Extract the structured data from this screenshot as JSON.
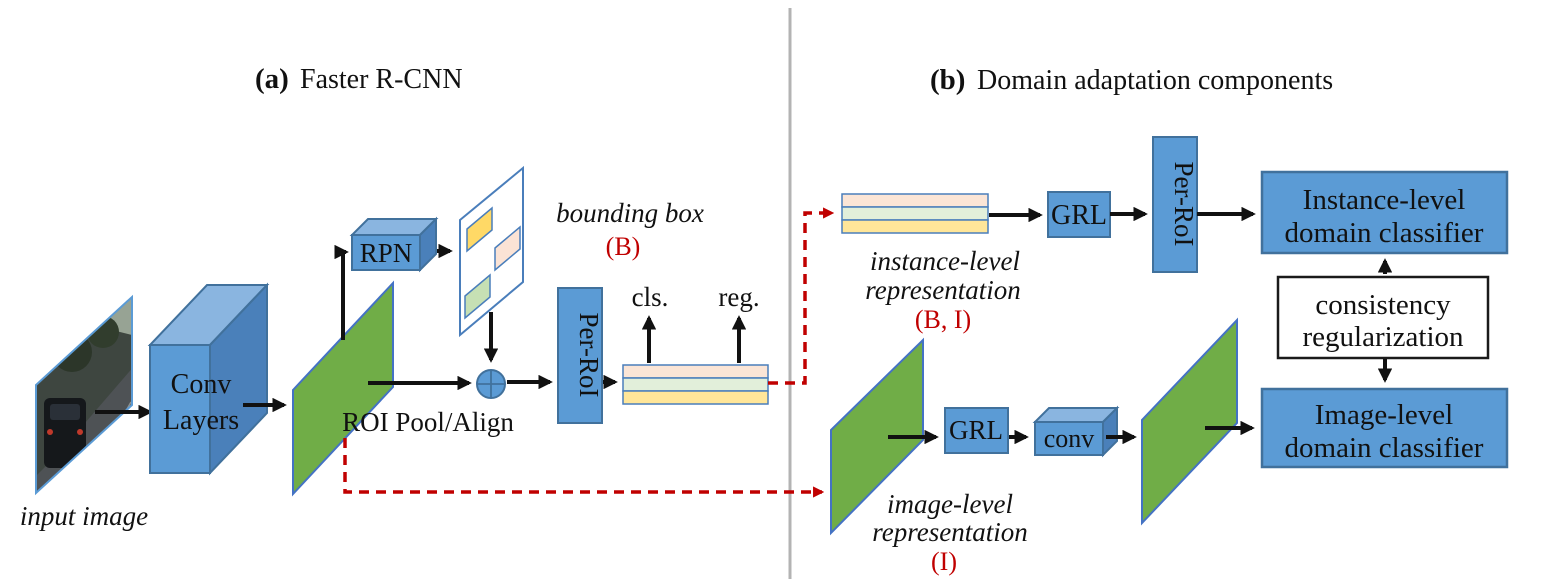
{
  "titles": {
    "panel_a_prefix": "(a)",
    "panel_a": "Faster R-CNN",
    "panel_b_prefix": "(b)",
    "panel_b": "Domain adaptation components"
  },
  "faster_rcnn": {
    "input_image_label": "input image",
    "conv_line1": "Conv",
    "conv_line2": "Layers",
    "rpn_label": "RPN",
    "bounding_box_label": "bounding box",
    "bounding_box_tag": "(B)",
    "roi_pool_label": "ROI Pool/Align",
    "per_roi_label": "Per-RoI",
    "cls_label": "cls.",
    "reg_label": "reg."
  },
  "domain_adaptation": {
    "instance_rep_line1": "instance-level",
    "instance_rep_line2": "representation",
    "instance_rep_tag": "(B, I)",
    "grl_top_label": "GRL",
    "per_roi_label": "Per-RoI",
    "instance_classifier_line1": "Instance-level",
    "instance_classifier_line2": "domain classifier",
    "consistency_line1": "consistency",
    "consistency_line2": "regularization",
    "image_classifier_line1": "Image-level",
    "image_classifier_line2": "domain classifier",
    "image_rep_line1": "image-level",
    "image_rep_line2": "representation",
    "image_rep_tag": "(I)",
    "grl_bottom_label": "GRL",
    "conv_label": "conv"
  },
  "colors": {
    "box_blue": "#5b9bd5",
    "box_blue_border": "#41719c",
    "cuboid_top_blue": "#8ab5e0",
    "cuboid_side_blue": "#4a80ba",
    "feature_map_green": "#70ad47",
    "green_border": "#4472c4",
    "bar_pink": "#fbe5d6",
    "bar_green": "#e2efda",
    "bar_yellow": "#ffe699",
    "anchor_yellow": "#ffd966",
    "anchor_pink": "#fbe3d5",
    "anchor_green": "#c6e0b4",
    "annotation_red": "#c00000",
    "divider_gray": "#b3b3b3",
    "text_black": "#111111"
  }
}
